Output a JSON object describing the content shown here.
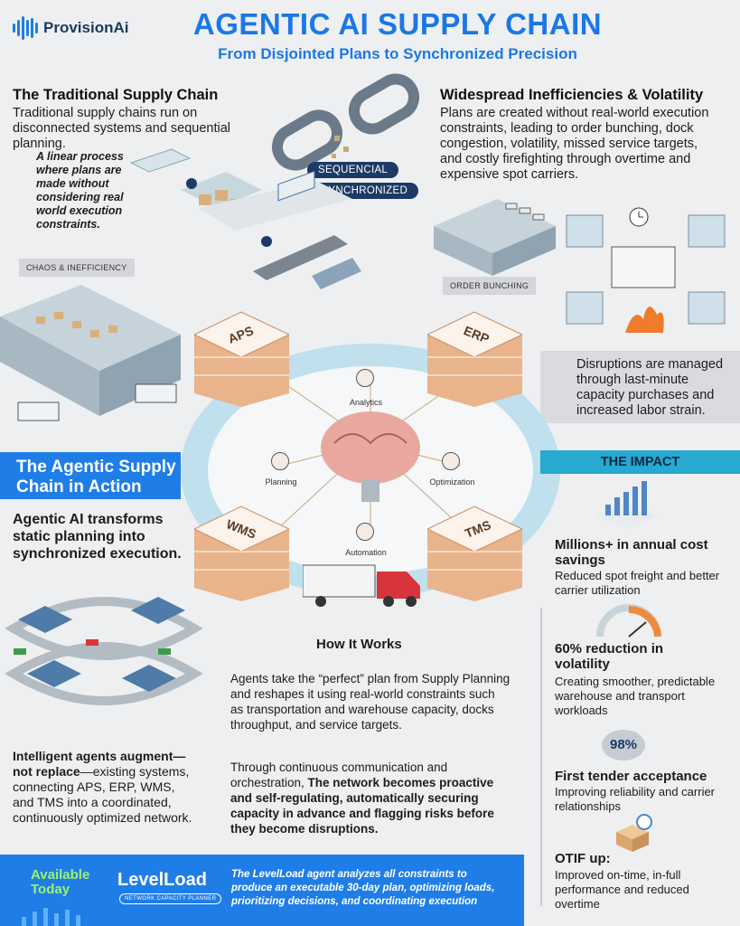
{
  "brand": {
    "name": "ProvisionAi"
  },
  "header": {
    "title": "AGENTIC AI SUPPLY CHAIN",
    "subtitle": "From Disjointed Plans to Synchronized Precision"
  },
  "traditional": {
    "heading": "The Traditional Supply Chain",
    "body": "Traditional supply chains run on disconnected systems and sequential planning.",
    "note": "A linear process where plans are made without considering real world execution constraints.",
    "tag": "CHAOS & INEFFICIENCY",
    "pill1": "SEQUENCIAL",
    "pill2": "NOT SYNCHRONIZED"
  },
  "inefficiencies": {
    "heading": "Widespread Inefficiencies & Volatility",
    "body": "Plans are created without real-world execution constraints, leading to order bunching, dock congestion, volatility, missed service targets, and costly firefighting through overtime and expensive spot carriers.",
    "tag": "ORDER BUNCHING",
    "disruption": "Disruptions are managed through last-minute capacity purchases and increased labor strain."
  },
  "hub": {
    "systems": [
      "APS",
      "ERP",
      "WMS",
      "TMS"
    ],
    "agents": [
      "Analytics",
      "Planning",
      "Optimization",
      "Automation"
    ]
  },
  "agentic": {
    "banner": "The Agentic Supply Chain in Action",
    "headline": "Agentic AI transforms static planning into synchronized execution.",
    "augment_bold": "Intelligent agents augment—not replace",
    "augment_rest": "—existing systems, connecting APS, ERP, WMS, and TMS into a coordinated, continuously optimized network."
  },
  "how": {
    "heading": "How It Works",
    "p1": "Agents take the “perfect” plan from Supply Planning and reshapes it using real-world constraints such as transportation and warehouse capacity,  docks throughput, and service targets.",
    "p2_plain": "Through continuous communication and orchestration, ",
    "p2_bold": "The network becomes proactive and self-regulating, automatically securing capacity in advance and flagging risks before they become disruptions."
  },
  "impact": {
    "banner": "THE IMPACT",
    "items": [
      {
        "title": "Millions+ in annual cost savings",
        "body": "Reduced spot freight and better carrier utilization"
      },
      {
        "title": "60% reduction in volatility",
        "body": "Creating smoother, predictable warehouse and transport workloads"
      },
      {
        "title": "First tender acceptance",
        "body": "Improving reliability and carrier relationships"
      },
      {
        "title": "OTIF up:",
        "body": "Improved on-time, in-full performance and reduced overtime"
      }
    ],
    "badge": "98%"
  },
  "footer": {
    "available": "Available Today",
    "product": "LevelLoad",
    "product_sub": "NETWORK CAPACITY PLANNER",
    "text": "The LevelLoad agent analyzes all constraints to produce an executable 30-day plan, optimizing loads, prioritizing decisions, and coordinating execution"
  },
  "colors": {
    "accent": "#1f7de8",
    "impact": "#27a9d0",
    "navy": "#1c3a66",
    "green": "#9cf270"
  },
  "icons": [
    "chain-link-icon",
    "warehouse-icon",
    "truck-icon",
    "brain-icon",
    "server-stack-icon",
    "person-icon",
    "gauge-icon",
    "bar-chart-icon",
    "box-icon",
    "stopwatch-icon",
    "clock-icon",
    "fire-icon"
  ]
}
